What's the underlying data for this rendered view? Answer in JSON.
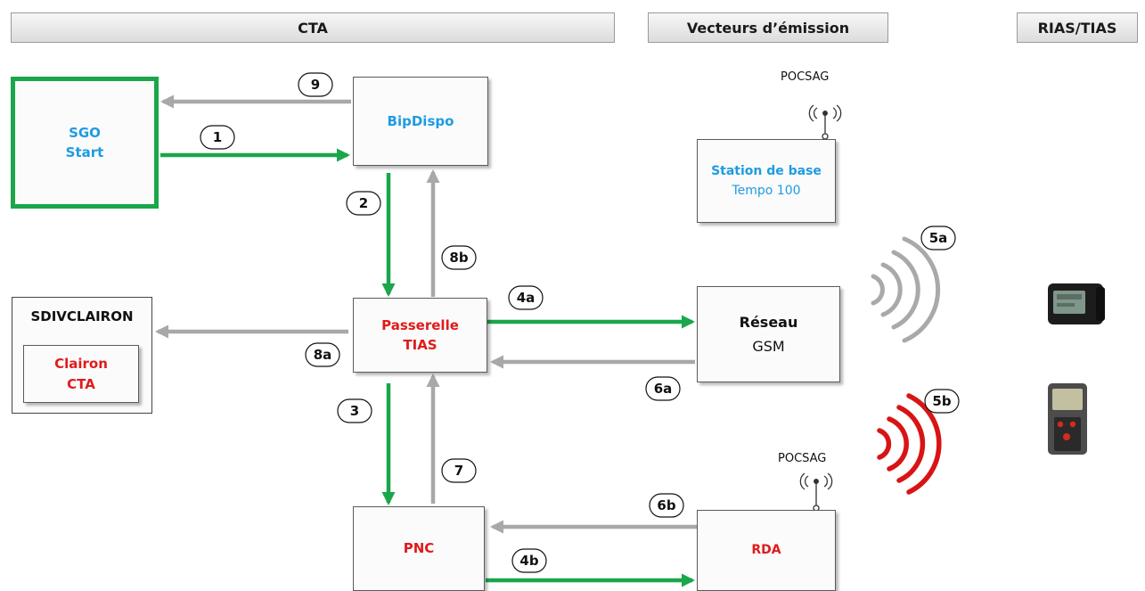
{
  "headers": {
    "cta": "CTA",
    "vecteurs": "Vecteurs d’émission",
    "rias": "RIAS/TIAS"
  },
  "nodes": {
    "sgo": {
      "line1": "SGO",
      "line2": "Start"
    },
    "bipdispo": {
      "line1": "BipDispo"
    },
    "station": {
      "line1": "Station de base",
      "line2": "Tempo 100"
    },
    "passerelle": {
      "line1": "Passerelle",
      "line2": "TIAS"
    },
    "reseau": {
      "line1": "Réseau",
      "line2": "GSM"
    },
    "sdivclairon": {
      "title": "SDIVCLAIRON"
    },
    "clairon": {
      "line1": "Clairon",
      "line2": "CTA"
    },
    "pnc": {
      "line1": "PNC"
    },
    "rda": {
      "line1": "RDA"
    }
  },
  "antennas": {
    "top": "POCSAG",
    "bottom": "POCSAG"
  },
  "steps": {
    "s1": "1",
    "s2": "2",
    "s3": "3",
    "s4a": "4a",
    "s4b": "4b",
    "s5a": "5a",
    "s5b": "5b",
    "s6a": "6a",
    "s6b": "6b",
    "s7": "7",
    "s8a": "8a",
    "s8b": "8b",
    "s9": "9"
  },
  "colors": {
    "flow_green": "#1aa64a",
    "return_grey": "#a8a8a8",
    "signal_red": "#d91414",
    "accent_blue": "#1e9be3",
    "accent_red": "#e01b1b"
  }
}
